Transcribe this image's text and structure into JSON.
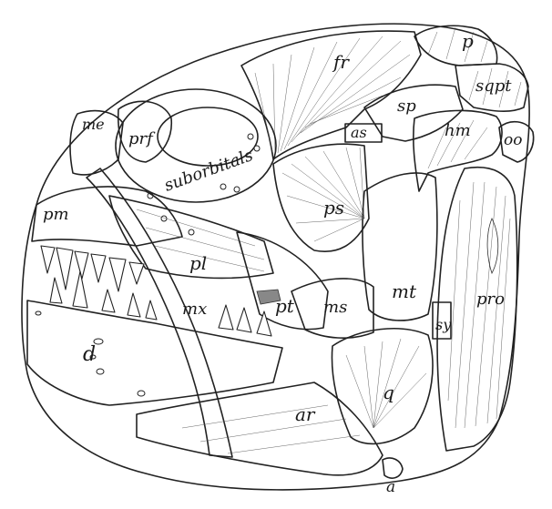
{
  "labels": {
    "fr": "fr",
    "p": "p",
    "sqpt": "sqpt",
    "sp": "sp",
    "as": "as",
    "oo": "oo",
    "hm": "hm",
    "me": "me",
    "prf": "prf",
    "suborbitals": "suborbitals",
    "ps": "ps",
    "pm": "pm",
    "pl": "pl",
    "mx": "mx",
    "pt": "pt",
    "ms": "ms",
    "mt": "mt",
    "pro": "pro",
    "sy": "sy",
    "d": "d",
    "q": "q",
    "ar": "ar",
    "a": "a"
  }
}
